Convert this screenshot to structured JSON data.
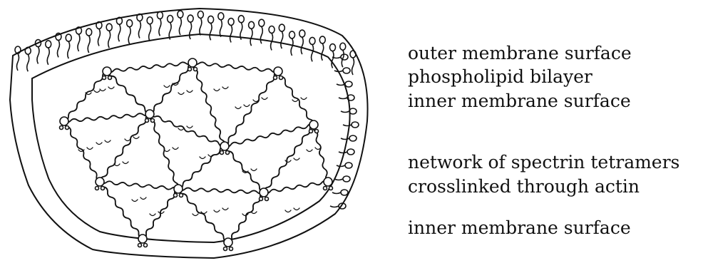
{
  "labels": {
    "outer_surface": "outer membrane surface",
    "bilayer": "phospholipid bilayer",
    "inner_surface_top": "inner membrane surface",
    "network_line1": "network of spectrin tetramers",
    "network_line2": "crosslinked through actin",
    "inner_surface_bottom": "inner membrane surface"
  },
  "colors": {
    "ink": "#111111",
    "background": "#ffffff"
  }
}
